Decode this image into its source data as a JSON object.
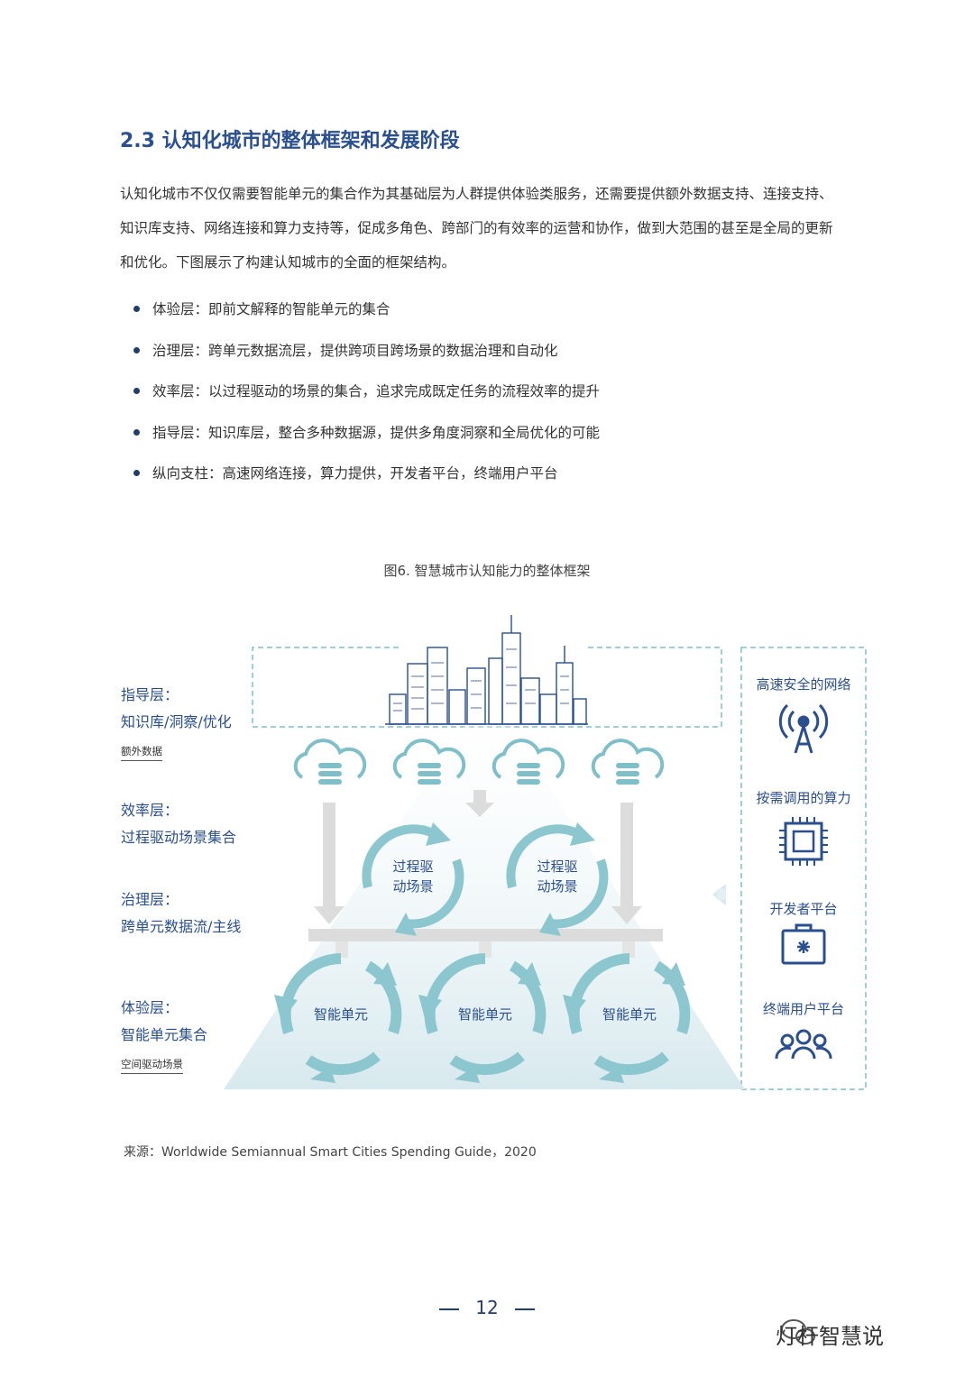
{
  "section": {
    "title": "2.3 认知化城市的整体框架和发展阶段"
  },
  "intro": {
    "lines": [
      "认知化城市不仅仅需要智能单元的集合作为其基础层为人群提供体验类服务，还需要提供额外数据支持、连接支持、",
      "知识库支持、网络连接和算力支持等，促成多角色、跨部门的有效率的运营和协作，做到大范围的甚至是全局的更新",
      "和优化。下图展示了构建认知城市的全面的框架结构。"
    ]
  },
  "bullets": [
    "体验层：即前文解释的智能单元的集合",
    "治理层：跨单元数据流层，提供跨项目跨场景的数据治理和自动化",
    "效率层：以过程驱动的场景的集合，追求完成既定任务的流程效率的提升",
    "指导层：知识库层，整合多种数据源，提供多角度洞察和全局优化的可能",
    "纵向支柱：高速网络连接，算力提供，开发者平台，终端用户平台"
  ],
  "figure": {
    "caption": "图6. 智慧城市认知能力的整体框架",
    "layers": {
      "guide": {
        "name": "指导层：",
        "desc": "知识库/洞察/优化",
        "note": "额外数据"
      },
      "efficiency": {
        "name": "效率层：",
        "desc": "过程驱动场景集合"
      },
      "governance": {
        "name": "治理层：",
        "desc": "跨单元数据流/主线"
      },
      "experience": {
        "name": "体验层：",
        "desc": "智能单元集合",
        "note": "空间驱动场景"
      }
    },
    "process_scenes": [
      "过程驱\n动场景",
      "过程驱\n动场景"
    ],
    "smart_units": [
      "智能单元",
      "智能单元",
      "智能单元"
    ],
    "pillars": [
      {
        "label": "高速安全的网络",
        "icon": "antenna-icon"
      },
      {
        "label": "按需调用的算力",
        "icon": "chip-icon"
      },
      {
        "label": "开发者平台",
        "icon": "toolbox-icon"
      },
      {
        "label": "终端用户平台",
        "icon": "users-icon"
      }
    ],
    "colors": {
      "primary": "#2a4f8f",
      "teal": "#7fbfc9",
      "light": "#e3eff3",
      "gray": "#d9d9d9"
    }
  },
  "source": "来源：Worldwide Semiannual Smart Cities Spending Guide，2020",
  "page_number": "12",
  "watermark": "灯杆智慧说"
}
